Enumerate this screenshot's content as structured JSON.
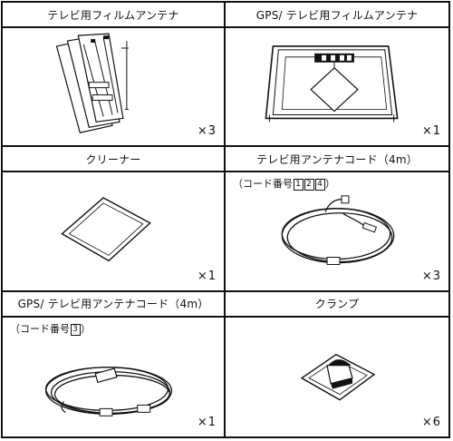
{
  "items": [
    {
      "title": "テレビ用フィルムアンテナ",
      "qty": "×3",
      "note": ""
    },
    {
      "title": "GPS/ テレビ用フィルムアンテナ",
      "qty": "×1",
      "note": ""
    },
    {
      "title": "クリーナー",
      "qty": "×1",
      "note": ""
    },
    {
      "title": "テレビ用アンテナコード（4m）",
      "qty": "×3",
      "note_prefix": "（コード番号",
      "note_codes": [
        "1",
        "2",
        "4"
      ],
      "note_suffix": "）"
    },
    {
      "title": "GPS/ テレビ用アンテナコード（4m）",
      "qty": "×1",
      "note_prefix": "（コード番号",
      "note_codes": [
        "3"
      ],
      "note_suffix": "）"
    },
    {
      "title": "クランプ",
      "qty": "×6",
      "note": ""
    }
  ]
}
